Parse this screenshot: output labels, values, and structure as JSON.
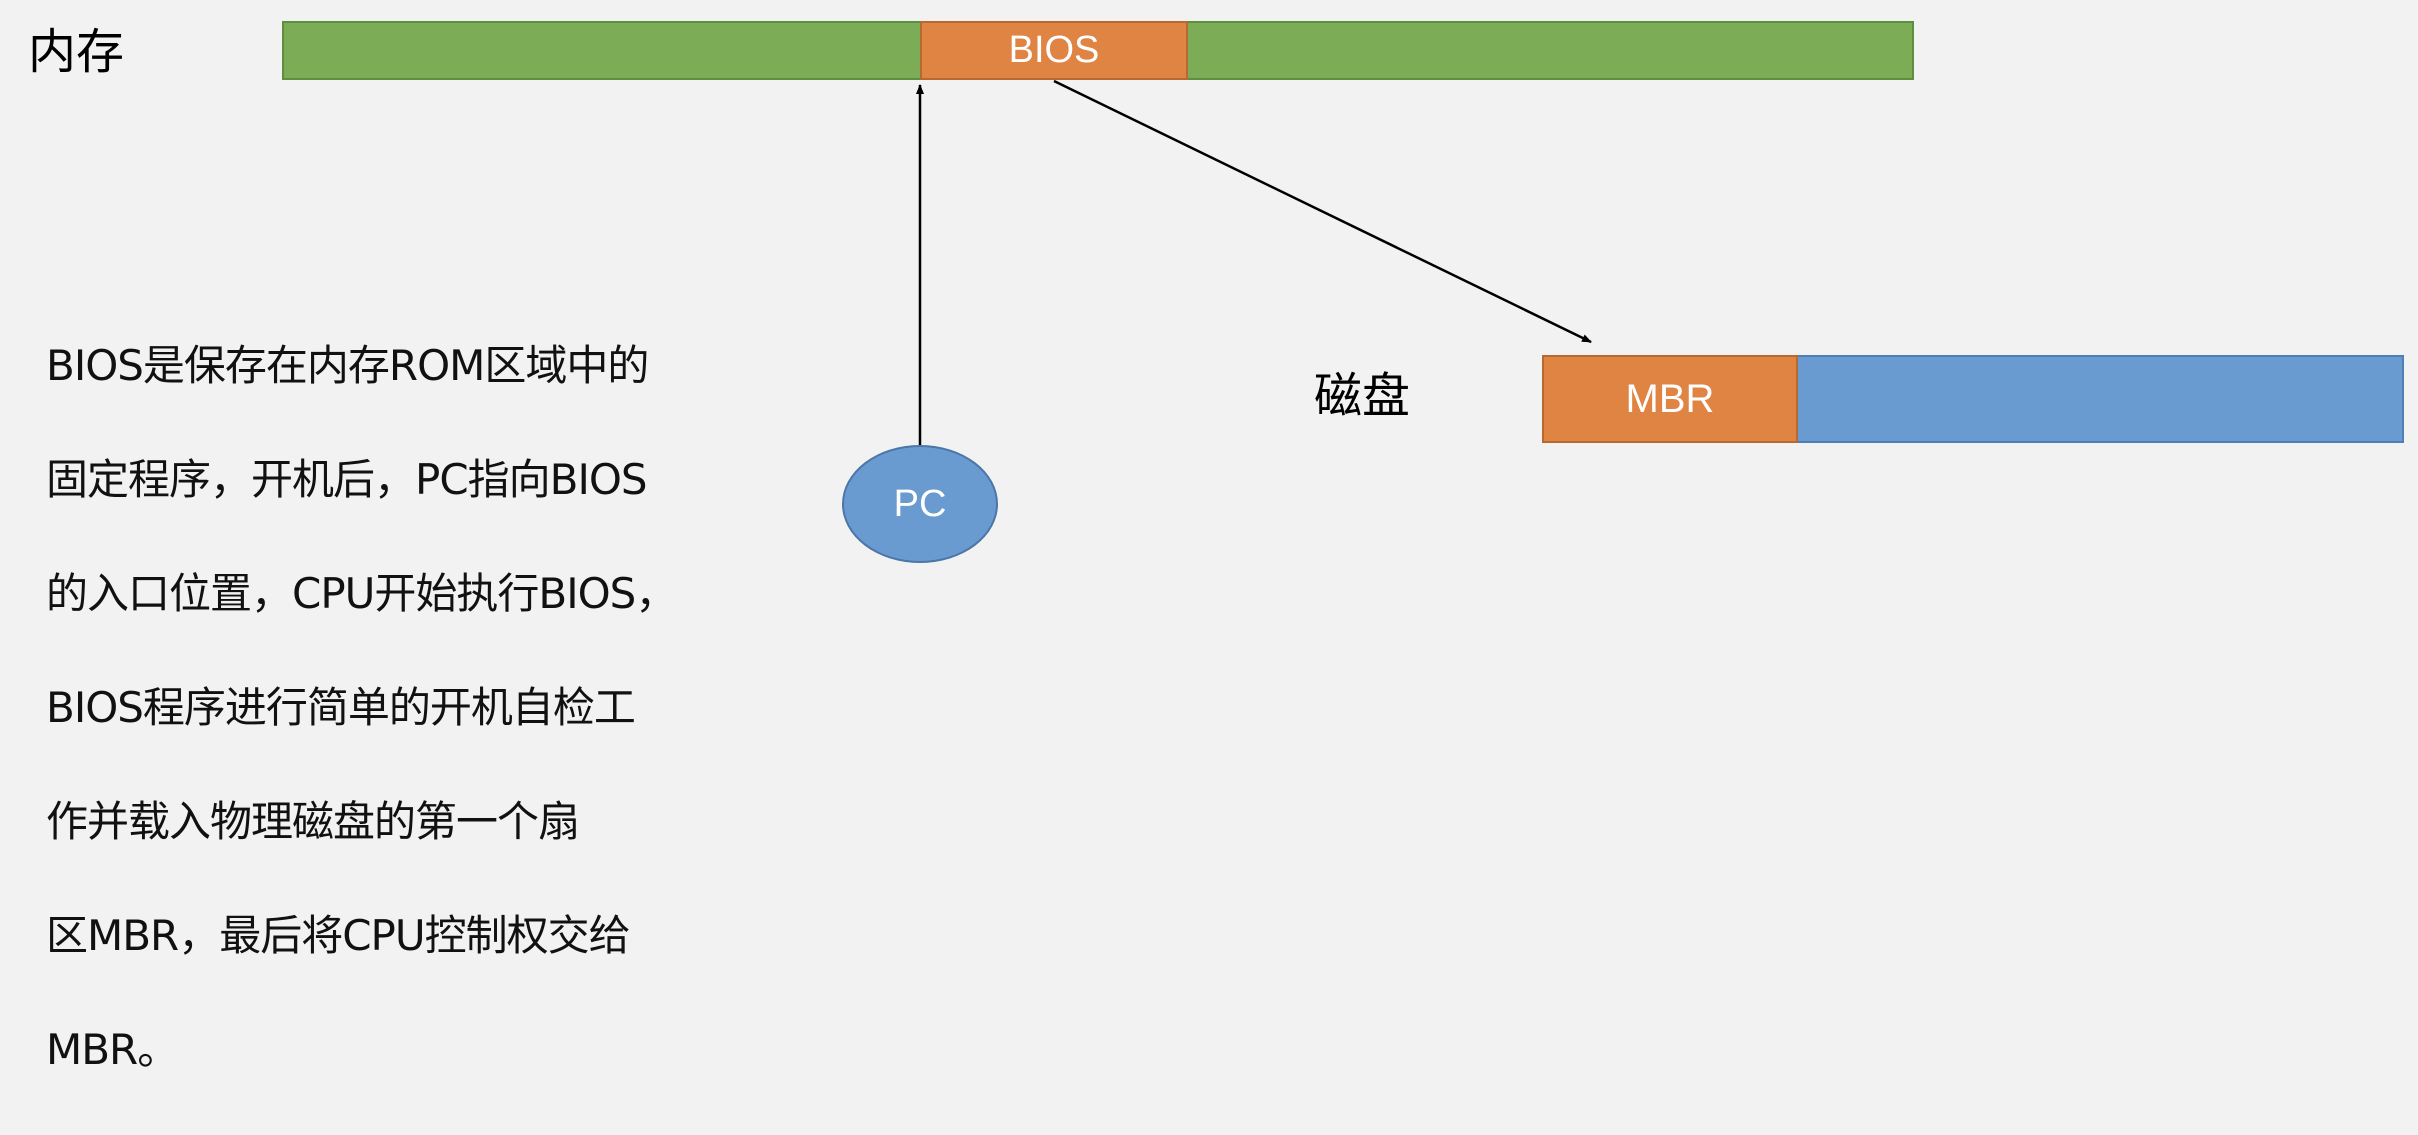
{
  "memory": {
    "label": "内存",
    "bios_label": "BIOS",
    "color": "#7dac56"
  },
  "disk": {
    "label": "磁盘",
    "mbr_label": "MBR",
    "color": "#6a9bd0"
  },
  "pc": {
    "label": "PC"
  },
  "colors": {
    "segment": "#e08444",
    "background": "#f2f2f2",
    "arrow": "#000000"
  },
  "description": {
    "lines": [
      "BIOS是保存在内存ROM区域中的",
      "固定程序，开机后，PC指向BIOS",
      "的入口位置，CPU开始执行BIOS，",
      "BIOS程序进行简单的开机自检工",
      "作并载入物理磁盘的第一个扇",
      "区MBR，最后将CPU控制权交给",
      "MBR。"
    ]
  }
}
